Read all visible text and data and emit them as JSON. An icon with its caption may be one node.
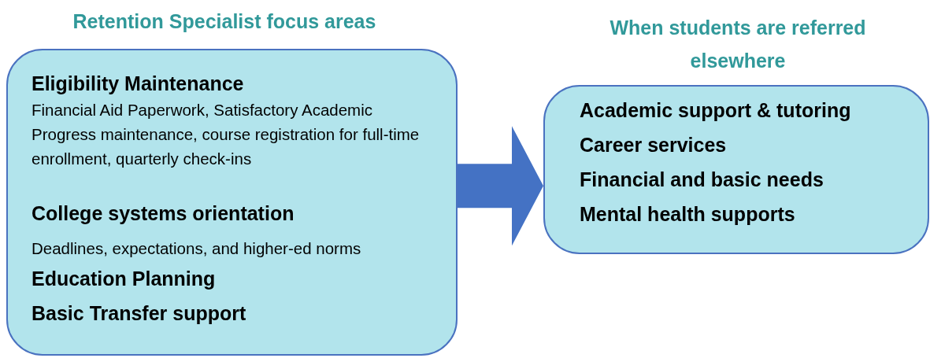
{
  "diagram": {
    "nodes": [
      {
        "text": [
          "Retention Specialist focus areas",
          "Eligibility Maintenance",
          "Financial Aid Paperwork, Satisfactory Academic Progress maintenance, course registration for full-time enrollment, quarterly check-ins",
          "College systems orientation",
          "Deadlines, expectations, and higher-ed norms",
          "Education Planning",
          "Basic Transfer support"
        ]
      },
      {
        "text": [
          "When students are referred elsewhere",
          "Academic support & tutoring",
          "Career services",
          "Financial and basic needs",
          "Mental health supports"
        ]
      }
    ],
    "edges": [
      {
        "from": 0,
        "to": 1,
        "arrow": "to"
      }
    ]
  }
}
